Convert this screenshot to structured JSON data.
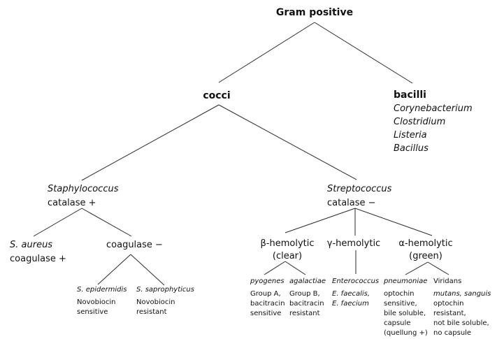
{
  "diagram": {
    "title": "Gram positive",
    "cocci": {
      "label": "cocci"
    },
    "bacilli": {
      "label": "bacilli",
      "genera": [
        "Corynebacterium",
        "Clostridium",
        "Listeria",
        "Bacillus"
      ]
    },
    "staphylococcus": {
      "name": "Staphylococcus",
      "test": "catalase +"
    },
    "streptococcus": {
      "name": "Streptococcus",
      "test": "catalase −"
    },
    "s_aureus": {
      "name": "S. aureus",
      "test": "coagulase +"
    },
    "coagulase_negative": {
      "label": "coagulase −"
    },
    "s_epidermidis": {
      "name": "S. epidermidis",
      "details": [
        "Novobiocin",
        "sensitive"
      ]
    },
    "s_saprophyticus": {
      "name": "S. saprophyticus",
      "details": [
        "Novobiocin",
        "resistant"
      ]
    },
    "beta_hemolytic": {
      "label": "β-hemolytic",
      "sublabel": "(clear)"
    },
    "gamma_hemolytic": {
      "label": "γ-hemolytic"
    },
    "alpha_hemolytic": {
      "label": "α-hemolytic",
      "sublabel": "(green)"
    },
    "pyogenes": {
      "name": "pyogenes",
      "details": [
        "Group A,",
        "bacitracin",
        "sensitive"
      ]
    },
    "agalactiae": {
      "name": "agalactiae",
      "details": [
        "Group B,",
        "bacitracin",
        "resistant"
      ]
    },
    "enterococcus": {
      "name": "Enterococcus",
      "species": [
        "E. faecalis,",
        "E. faecium"
      ]
    },
    "pneumoniae": {
      "name": "pneumoniae",
      "details": [
        "optochin",
        "sensitive,",
        "bile soluble,",
        "capsule",
        "(quellung +)"
      ]
    },
    "viridans": {
      "name": "Viridans",
      "species_italic": "mutans, sanguis",
      "details": [
        "optochin",
        "resistant,",
        "not bile soluble,",
        "no capsule"
      ]
    }
  },
  "colors": {
    "text": "#111111",
    "line": "#2a2a2a",
    "background": "#ffffff"
  }
}
